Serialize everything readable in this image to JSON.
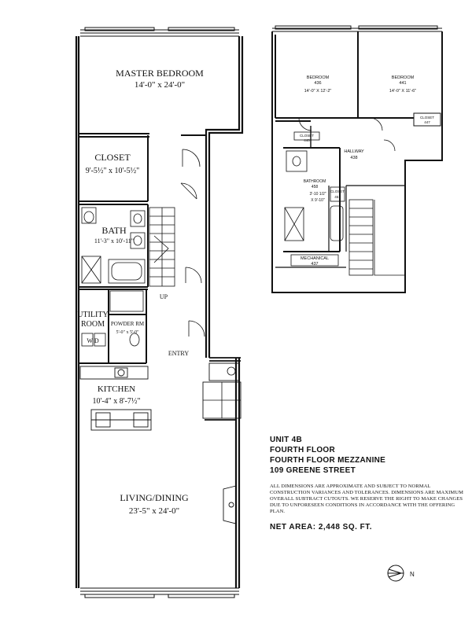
{
  "rooms": {
    "master_bedroom": {
      "name": "MASTER BEDROOM",
      "dims": "14'-0\" x 24'-0\""
    },
    "closet": {
      "name": "CLOSET",
      "dims": "9'-5½\" x 10'-5½\""
    },
    "bath": {
      "name": "BATH",
      "dims": "11'-3\" x 10'-11\""
    },
    "utility_room": {
      "name_1": "UTILITY",
      "name_2": "ROOM",
      "wd": "W D"
    },
    "powder_rm": {
      "name": "POWDER RM",
      "dims": "5'-0\" x 5'-0\""
    },
    "kitchen": {
      "name": "KITCHEN",
      "dims": "10'-4\" x 8'-7½\""
    },
    "living_dining": {
      "name": "LIVING/DINING",
      "dims": "23'-5\" x 24'-0\""
    },
    "up_label": "UP",
    "entry_label": "ENTRY"
  },
  "mezzanine": {
    "bedroom_1": {
      "name": "BEDROOM",
      "num": "436",
      "dims": "14'-0\" X 12'-2\""
    },
    "bedroom_2": {
      "name": "BEDROOM",
      "num": "441",
      "dims": "14'-0\" X 11'-6\""
    },
    "closet_447": {
      "name": "CLOSET",
      "num": "447"
    },
    "closet_440": {
      "name": "CLOSET",
      "num": "440"
    },
    "hallway": {
      "name": "HALLWAY",
      "num": "438"
    },
    "bathroom": {
      "name": "BATHROOM",
      "num": "458",
      "dims_1": "3'-10 1/2\"",
      "dims_2": "X 9'-10\""
    },
    "closet_451": {
      "name": "CLOSET",
      "num": "451"
    },
    "mechanical": {
      "name": "MECHANICAL",
      "num": "437"
    }
  },
  "info": {
    "unit": "UNIT 4B",
    "floor": "FOURTH FLOOR",
    "mezzanine": "FOURTH FLOOR MEZZANINE",
    "address": "109 GREENE STREET",
    "disclaimer": "ALL DIMENSIONS ARE APPROXIMATE AND SUBJECT TO NORMAL CONSTRUCTION VARIANCES AND TOLERANCES. DIMENSIONS ARE MAXIMUM OVERALL SUBTRACT CUTOUTS. WE RESERVE THE RIGHT TO MAKE CHANGES DUE TO UNFORESEEN CONDITIONS IN ACCORDANCE WITH THE OFFERING PLAN.",
    "net_area": "NET AREA: 2,448 SQ. FT."
  },
  "compass": {
    "label": "N"
  }
}
